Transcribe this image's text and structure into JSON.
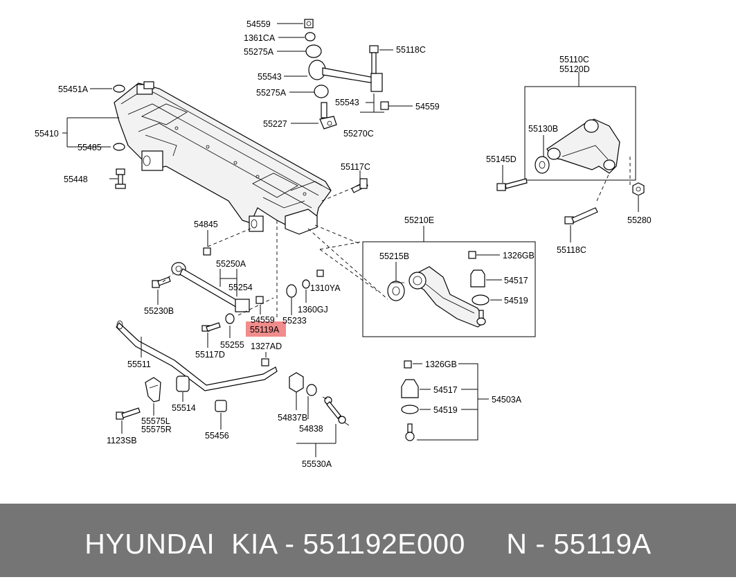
{
  "labels": {
    "l54559a": "54559",
    "l1361ca": "1361CA",
    "l55275a_top": "55275A",
    "l55118c_top": "55118C",
    "l55543a": "55543",
    "l55275a_mid": "55275A",
    "l55543b": "55543",
    "l54559b": "54559",
    "l55227": "55227",
    "l55270c": "55270C",
    "l55451a": "55451A",
    "l55410": "55410",
    "l55485": "55485",
    "l55448": "55448",
    "l55117c": "55117C",
    "l55110c": "55110C",
    "l55120d": "55120D",
    "l55130b": "55130B",
    "l55145d": "55145D",
    "l55280": "55280",
    "l55118c_right": "55118C",
    "l54845": "54845",
    "l55210e": "55210E",
    "l1326gb_a": "1326GB",
    "l55215b": "55215B",
    "l54517a": "54517",
    "l54519a": "54519",
    "l55250a": "55250A",
    "l55254": "55254",
    "l1310ya": "1310YA",
    "l55230b": "55230B",
    "l1360gj": "1360GJ",
    "l54559c": "54559",
    "l55233": "55233",
    "l55119a": "55119A",
    "l55255": "55255",
    "l1327ad": "1327AD",
    "l55117d": "55117D",
    "l55511": "55511",
    "l1326gb_b": "1326GB",
    "l54517b": "54517",
    "l54503a": "54503A",
    "l54519b": "54519",
    "l55514": "55514",
    "l55575l": "55575L",
    "l55575r": "55575R",
    "l1123sb": "1123SB",
    "l55456": "55456",
    "l54837b": "54837B",
    "l54838": "54838",
    "l55530a": "55530A"
  },
  "footer": {
    "text": "HYUNDAI  KIA - 551192E000     N - 55119A"
  },
  "colors": {
    "highlight": "#f08080",
    "footer_bg": "#757575",
    "footer_text": "#ffffff"
  }
}
